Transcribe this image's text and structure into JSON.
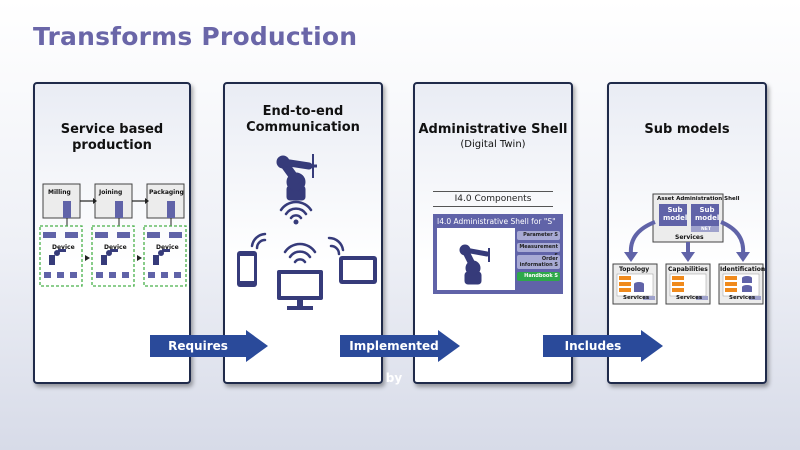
{
  "title": "Transforms Production",
  "panels": {
    "p1": {
      "title": "Service based production",
      "steps": [
        "Milling",
        "Joining",
        "Packaging"
      ],
      "device_label": "Device"
    },
    "p2": {
      "title": "End-to-end Communication"
    },
    "p3": {
      "title": "Administrative Shell",
      "subtitle": "(Digital Twin)",
      "components_label": "I4.0 Components",
      "shell_label": "I4.0 Administrative Shell for \"S\"",
      "tags": [
        "Parameter S",
        "Measurement S",
        "Order information S",
        "Handbook S"
      ]
    },
    "p4": {
      "title": "Sub models",
      "aas_label": "Asset Administration Shell",
      "sub_models": [
        "Sub model",
        "Sub model"
      ],
      "net_label": "NET",
      "services_label": "Services",
      "categories": [
        "Topology",
        "Capabilities",
        "Identification"
      ]
    }
  },
  "arrows": [
    "Requires",
    "Implemented by",
    "Includes"
  ],
  "colors": {
    "title": "#6a66a8",
    "arrow": "#2a4a9a",
    "accent_blue": "#6063a8",
    "robot": "#363b7a",
    "dashed_green": "#49b14a",
    "handbook_green": "#2ea84a",
    "orange": "#f08a1c"
  }
}
